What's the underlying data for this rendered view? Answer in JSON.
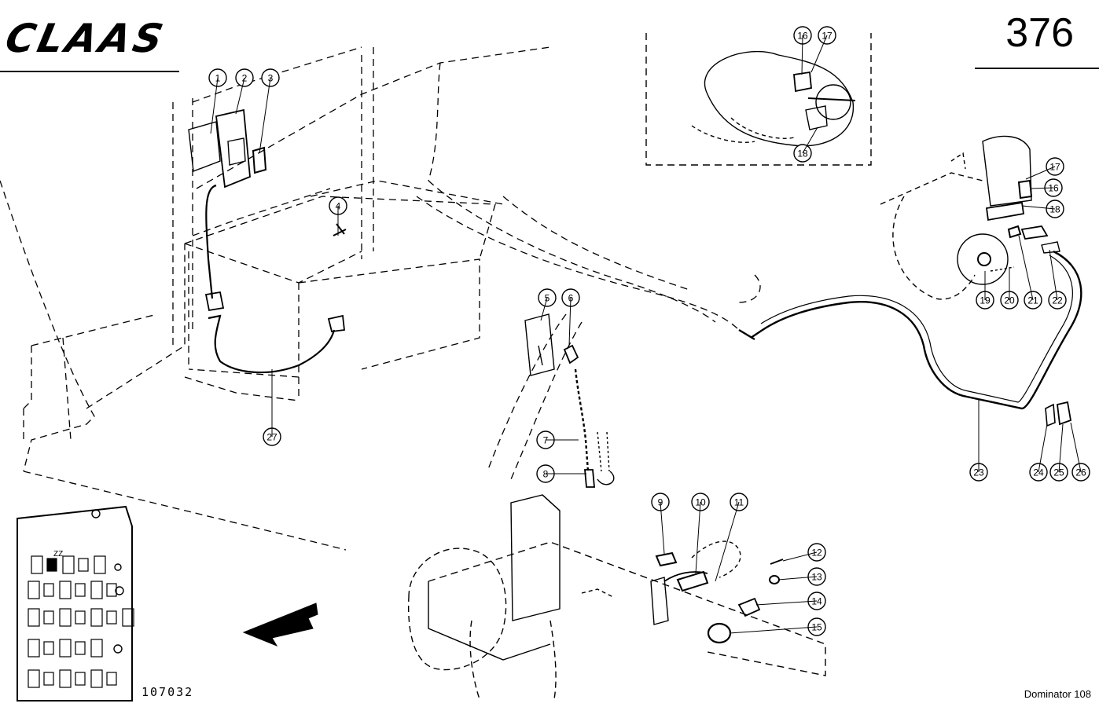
{
  "header": {
    "brand": "CLAAS",
    "page_number": "376"
  },
  "footer": {
    "drawing_number": "107032",
    "model": "Dominator 108"
  },
  "callouts": [
    "1",
    "2",
    "3",
    "4",
    "5",
    "6",
    "7",
    "8",
    "9",
    "10",
    "11",
    "12",
    "13",
    "14",
    "15",
    "16",
    "17",
    "18",
    "19",
    "20",
    "21",
    "22",
    "23",
    "24",
    "25",
    "26",
    "27",
    "16",
    "17",
    "18"
  ],
  "fuse_panel": {
    "label": "ZZ",
    "rows": [
      5,
      6,
      7,
      5,
      6
    ]
  },
  "colors": {
    "ink": "#000000",
    "paper": "#ffffff"
  },
  "icons": [
    "direction-arrow-icon"
  ]
}
